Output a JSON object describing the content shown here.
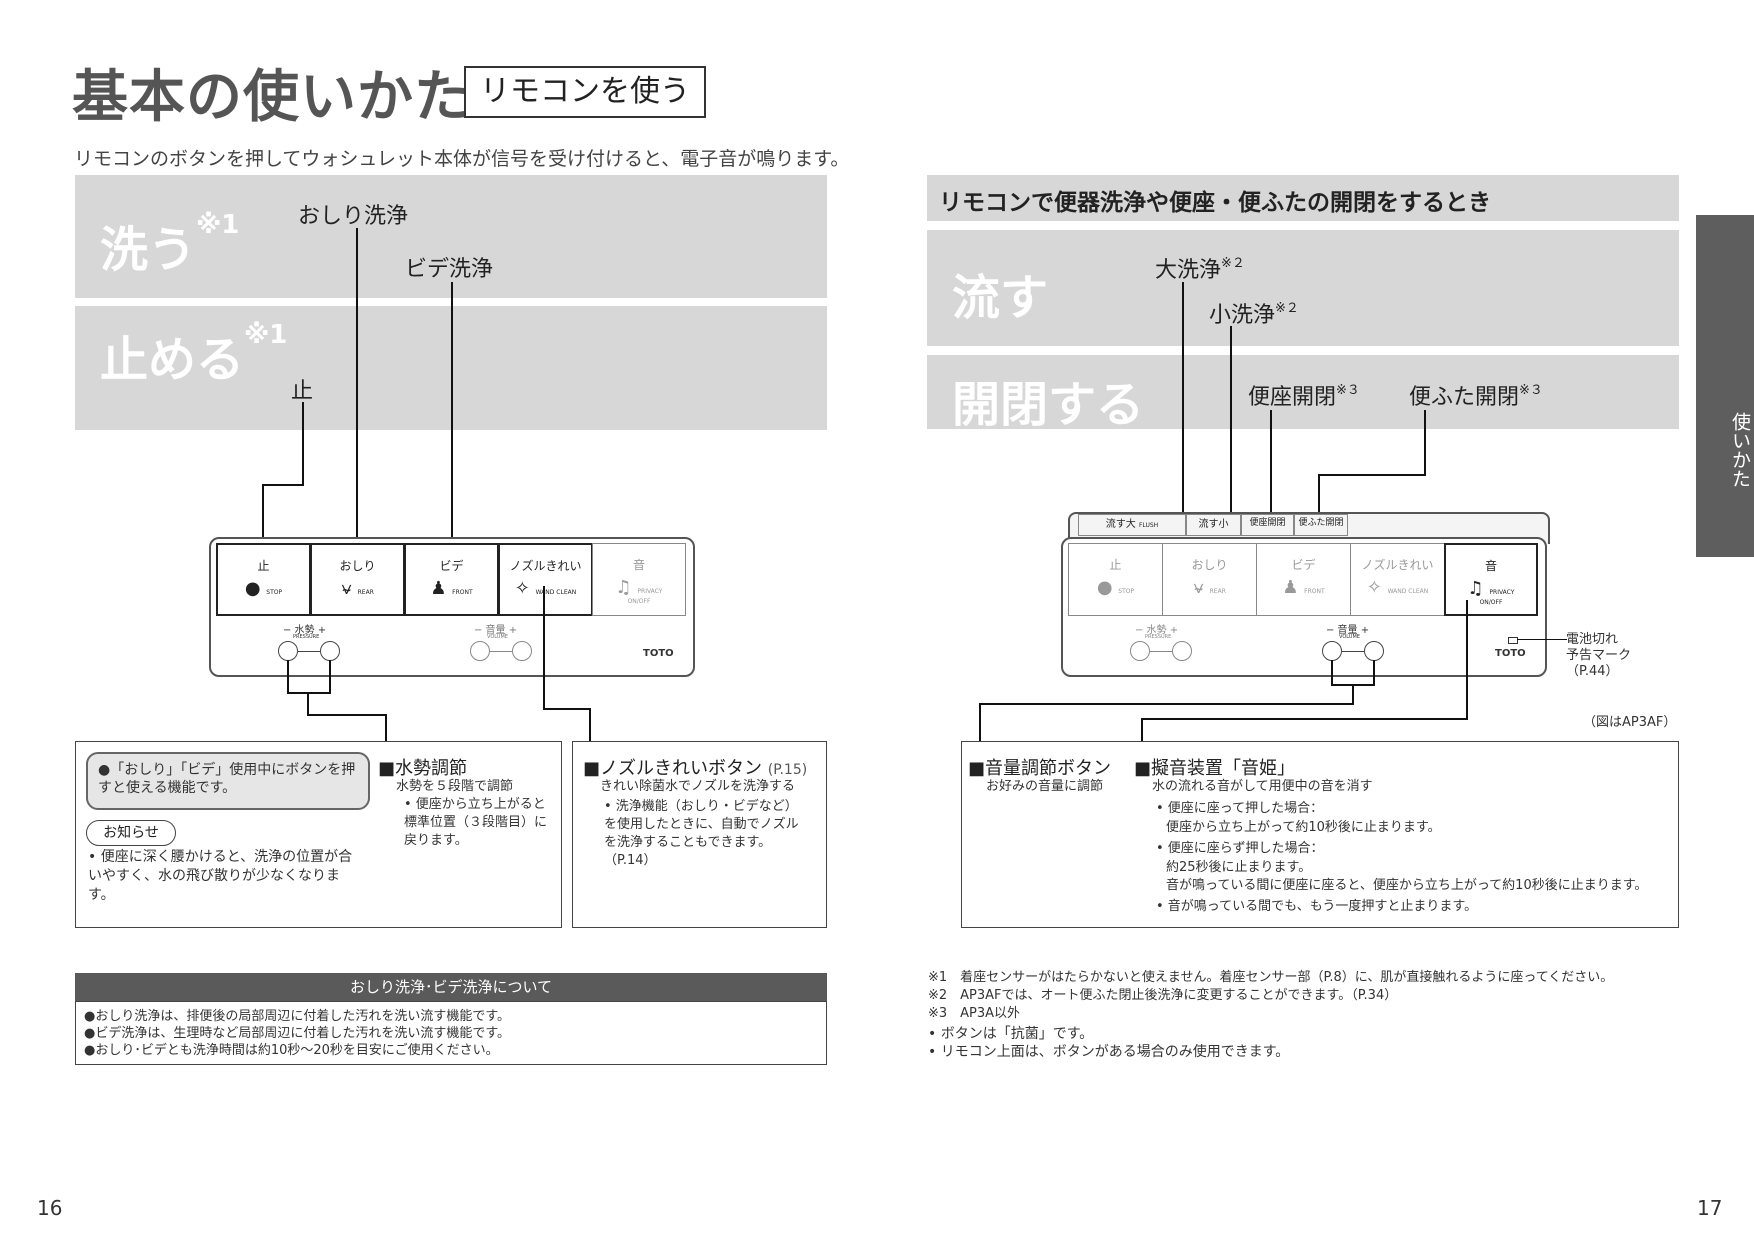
{
  "left": {
    "title": "基本の使いかた",
    "title_box": "リモコンを使う",
    "intro": "リモコンのボタンを押してウォシュレット本体が信号を受け付けると、電子音が鳴ります。",
    "band1": {
      "word": "洗う",
      "mark": "※1"
    },
    "band2": {
      "word": "止める",
      "mark": "※1"
    },
    "labels": {
      "oshiri": "おしり洗浄",
      "bidet": "ビデ洗浄",
      "stop": "止"
    },
    "remote": {
      "buttons": [
        {
          "label": "止",
          "sub": "STOP"
        },
        {
          "label": "おしり",
          "sub": "REAR"
        },
        {
          "label": "ビデ",
          "sub": "FRONT"
        },
        {
          "label": "ノズルきれい",
          "sub": "WAND CLEAN"
        },
        {
          "label": "音",
          "sub": "PRIVACY",
          "sub2": "ON/OFF"
        }
      ],
      "pressure_label": "− 水勢 +",
      "pressure_en": "PRESSURE",
      "volume_label": "− 音量 +",
      "volume_en": "VOLUME",
      "brand": "TOTO"
    },
    "box1": {
      "rounded_text": "●「おしり」「ビデ」使用中にボタンを押すと使える機能です。",
      "notice": "お知らせ",
      "notice_text": "• 便座に深く腰かけると、洗浄の位置が合いやすく、水の飛び散りが少なくなります。",
      "heading": "■水勢調節",
      "sub": "水勢を５段階で調節",
      "bullet": "• 便座から立ち上がると標準位置（３段階目）に戻ります。"
    },
    "box2": {
      "heading": "■ノズルきれいボタン",
      "ref": "(P.15)",
      "sub": "きれい除菌水でノズルを洗浄する",
      "bullet": "• 洗浄機能（おしり・ビデなど）を使用したときに、自動でノズルを洗浄することもできます。（P.14）"
    },
    "about": {
      "title": "おしり洗浄･ビデ洗浄について",
      "lines": [
        "●おしり洗浄は、排便後の局部周辺に付着した汚れを洗い流す機能です。",
        "●ビデ洗浄は、生理時など局部周辺に付着した汚れを洗い流す機能です。",
        "●おしり･ビデとも洗浄時間は約10秒～20秒を目安にご使用ください。"
      ]
    },
    "page": "16"
  },
  "right": {
    "header": "リモコンで便器洗浄や便座・便ふたの開閉をするとき",
    "band1": {
      "word": "流す"
    },
    "band2": {
      "word": "開閉する"
    },
    "labels": {
      "large": "大洗浄",
      "large_mark": "※２",
      "small": "小洗浄",
      "small_mark": "※２",
      "seat": "便座開閉",
      "seat_mark": "※３",
      "lid": "便ふた開閉",
      "lid_mark": "※３"
    },
    "top_buttons": [
      "流す大",
      "流す小",
      "便座開閉",
      "便ふた開閉"
    ],
    "top_sub": [
      "FLUSH",
      "",
      "",
      ""
    ],
    "remote": {
      "buttons": [
        {
          "label": "止",
          "sub": "STOP"
        },
        {
          "label": "おしり",
          "sub": "REAR"
        },
        {
          "label": "ビデ",
          "sub": "FRONT"
        },
        {
          "label": "ノズルきれい",
          "sub": "WAND CLEAN"
        },
        {
          "label": "音",
          "sub": "PRIVACY",
          "sub2": "ON/OFF"
        }
      ],
      "pressure_label": "− 水勢 +",
      "pressure_en": "PRESSURE",
      "volume_label": "− 音量 +",
      "volume_en": "VOLUME",
      "brand": "TOTO"
    },
    "battery": [
      "電池切れ",
      "予告マーク",
      "（P.44）"
    ],
    "figure_note": "（図はAP3AF）",
    "box": {
      "h1": "■音量調節ボタン",
      "s1": "お好みの音量に調節",
      "h2": "■擬音装置「音姫」",
      "s2": "水の流れる音がして用便中の音を消す",
      "lines": [
        "• 便座に座って押した場合：",
        "便座から立ち上がって約10秒後に止まります。",
        "• 便座に座らず押した場合：",
        "約25秒後に止まります。",
        "音が鳴っている間に便座に座ると、便座から立ち上がって約10秒後に止まります。",
        "• 音が鳴っている間でも、もう一度押すと止まります。"
      ]
    },
    "notes": [
      "※1　着座センサーがはたらかないと使えません。着座センサー部（P.8）に、肌が直接触れるように座ってください。",
      "※2　AP3AFでは、オート便ふた閉止後洗浄に変更することができます。（P.34）",
      "※3　AP3A以外",
      "• ボタンは「抗菌」です。",
      "• リモコン上面は、ボタンがある場合のみ使用できます。"
    ],
    "side_tab": "使いかた",
    "page": "17"
  }
}
